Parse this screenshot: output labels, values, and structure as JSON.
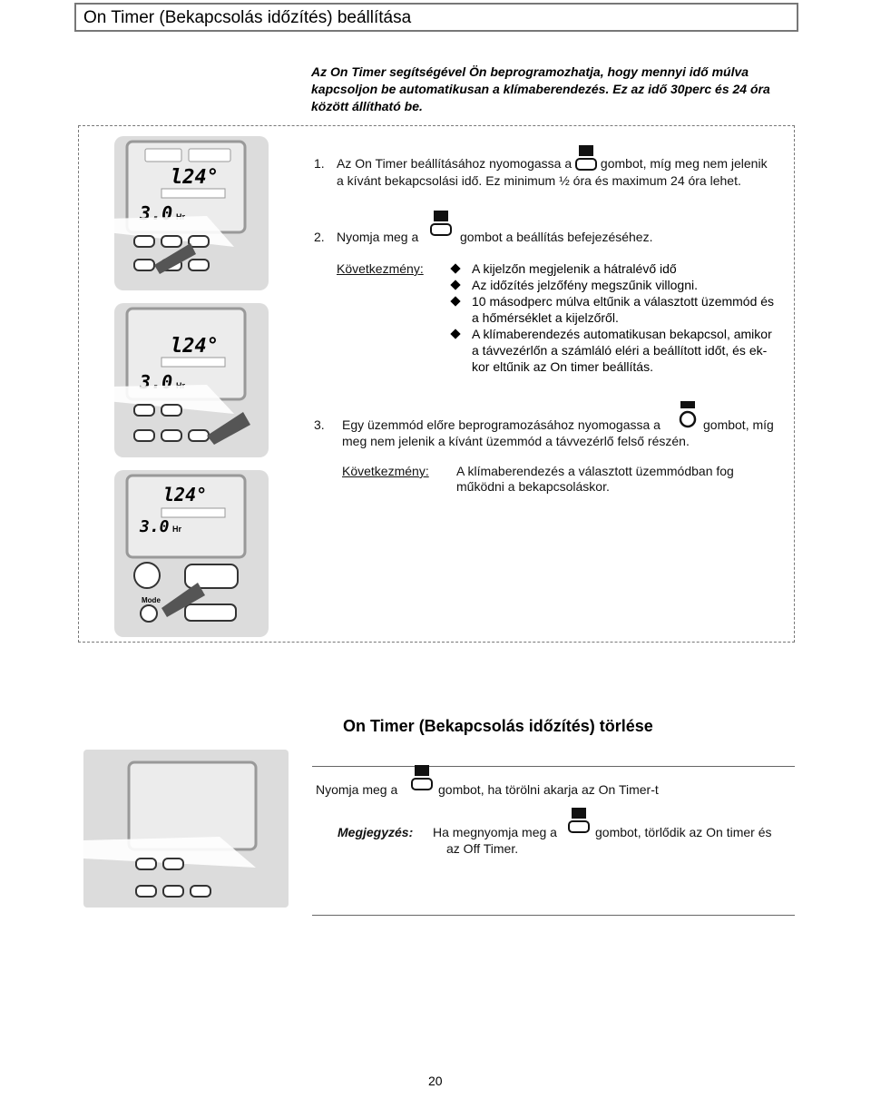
{
  "header": {
    "title": "On Timer (Bekapcsolás időzítés) beállítása"
  },
  "intro": "Az On Timer segítségével Ön beprogramozhatja, hogy mennyi idő múlva kapcsoljon be automatikusan a klímaberendezés. Ez az idő 30perc és 24 óra között állítható be.",
  "steps": {
    "s1_num": "1.",
    "s1_a": "Az On Timer beállításához nyomogassa a",
    "s1_b": "gombot, míg meg nem jelenik",
    "s1_c": "a kívánt bekapcsolási idő. Ez minimum ½ óra és maximum 24 óra lehet.",
    "s2_num": "2.",
    "s2_a": "Nyomja meg a",
    "s2_b": "gombot a beállítás befejezéséhez.",
    "result_label": "Következmény:",
    "s2_bullets": [
      "A kijelzőn megjelenik a hátralévő idő",
      "Az időzítés jelzőfény megszűnik villogni.",
      "10 másodperc múlva eltűnik a választott üzemmód és",
      "a hőmérséklet a kijelzőről.",
      "A klímaberendezés automatikusan bekapcsol, amikor",
      "a távvezérlőn a számláló eléri a beállított időt, és ek-",
      "kor eltűnik az On timer beállítás."
    ],
    "s3_num": "3.",
    "s3_a": "Egy üzemmód előre beprogramozásához nyomogassa a",
    "s3_b": "gombot, míg",
    "s3_c": "meg nem jelenik a kívánt üzemmód a távvezérlő felső részén.",
    "s3_result_a": "A klímaberendezés a választott üzemmódban fog",
    "s3_result_b": "működni a bekapcsoláskor."
  },
  "remote": {
    "temp": "24",
    "temp_display": "l24°",
    "timer": "3.0",
    "hr": "Hr",
    "mode_label": "Mode"
  },
  "section2": {
    "title": "On Timer (Bekapcsolás időzítés) törlése",
    "line_a": "Nyomja meg a",
    "line_b": "gombot, ha törölni akarja az On Timer-t",
    "note_label": "Megjegyzés:",
    "note_a": "Ha megnyomja meg a",
    "note_b": "gombot, törlődik az On timer  és",
    "note_c": "az Off Timer."
  },
  "footer": {
    "page": "20"
  }
}
